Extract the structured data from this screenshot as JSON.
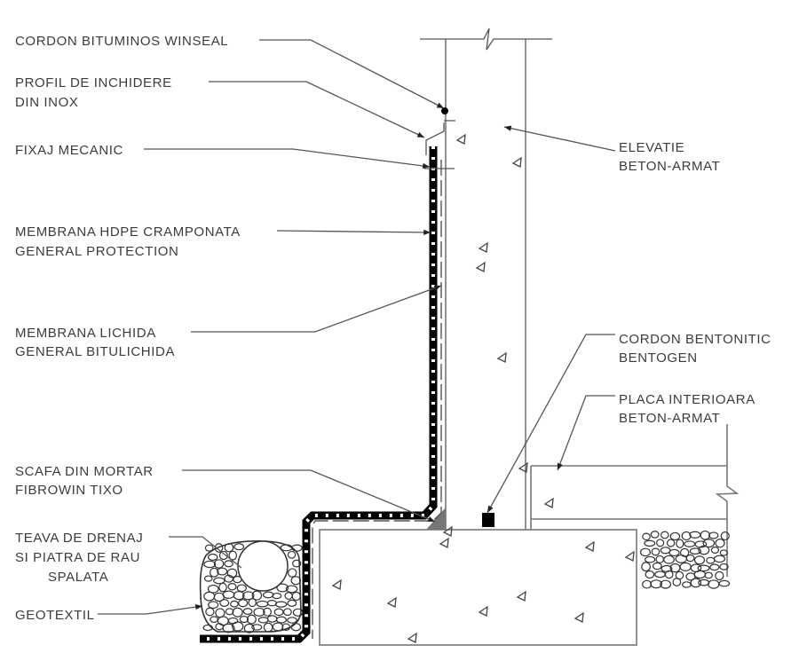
{
  "labels": {
    "cordon_bituminos": [
      "CORDON BITUMINOS WINSEAL"
    ],
    "profil_inchidere": [
      "PROFIL DE INCHIDERE",
      "DIN INOX"
    ],
    "fixaj_mecanic": [
      "FIXAJ MECANIC"
    ],
    "membrana_hdpe": [
      "MEMBRANA HDPE CRAMPONATA",
      "GENERAL PROTECTION"
    ],
    "membrana_lichida": [
      "MEMBRANA LICHIDA",
      "GENERAL BITULICHIDA"
    ],
    "scafa_mortar": [
      "SCAFA DIN MORTAR",
      "FIBROWIN TIXO"
    ],
    "teava_drenaj": [
      "TEAVA DE DRENAJ",
      "SI PIATRA DE RAU",
      "SPALATA"
    ],
    "geotextil": [
      "GEOTEXTIL"
    ],
    "elevatie": [
      "ELEVATIE",
      "BETON-ARMAT"
    ],
    "cordon_bentonitic": [
      "CORDON BENTONITIC",
      "BENTOGEN"
    ],
    "placa_interioara": [
      "PLACA INTERIOARA",
      "BETON-ARMAT"
    ]
  },
  "colors": {
    "line": "#777777",
    "text": "#3c3c3c",
    "membrane": "#000000",
    "fillet": "#777777"
  }
}
